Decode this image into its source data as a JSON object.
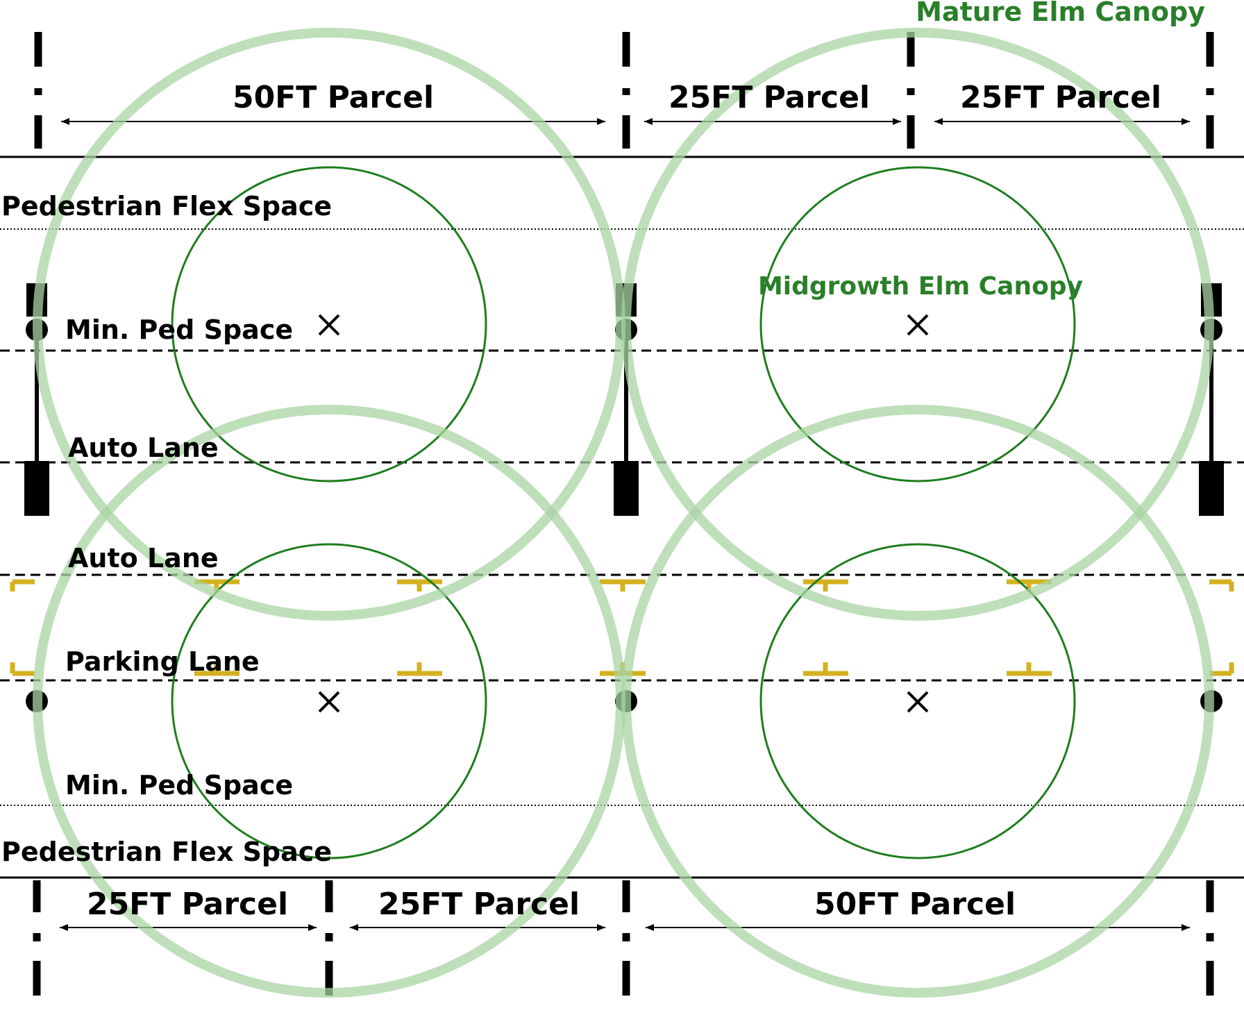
{
  "title": "Mature Elm Canopy",
  "midgrowth_label": "Midgrowth Elm Canopy",
  "colors": {
    "mature_canopy": "#b9dcb5",
    "midgrowth_canopy": "#1e7d1e",
    "label_green": "#2a7f2a",
    "parking_marks": "#d4b11f",
    "lines": "#000000"
  },
  "lanes": {
    "top_flex": "Pedestrian Flex Space",
    "top_min_ped": "Min. Ped Space",
    "auto_1": "Auto Lane",
    "auto_2": "Auto Lane",
    "parking": "Parking Lane",
    "bottom_min_ped": "Min. Ped Space",
    "bottom_flex": "Pedestrian Flex Space"
  },
  "top_parcels": [
    "50FT Parcel",
    "25FT Parcel",
    "25FT Parcel"
  ],
  "bottom_parcels": [
    "25FT Parcel",
    "25FT Parcel",
    "50FT Parcel"
  ]
}
